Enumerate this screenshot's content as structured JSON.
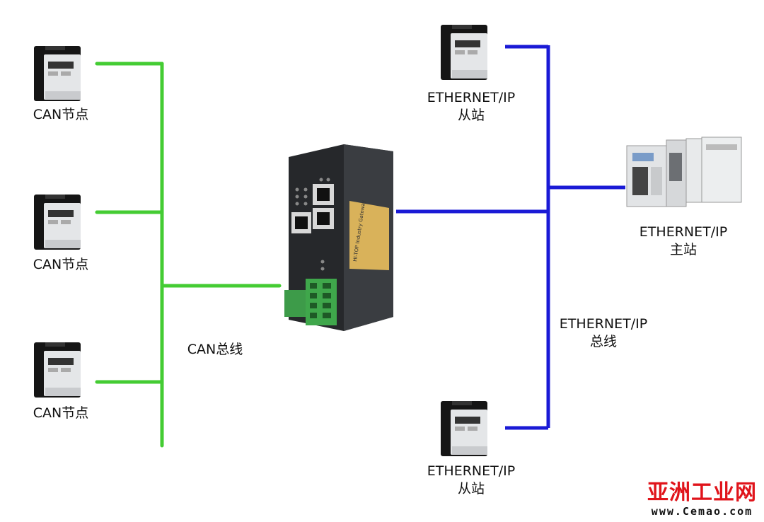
{
  "labels": {
    "can_node": "CAN节点",
    "can_bus": "CAN总线",
    "eip_line1": "ETHERNET/IP",
    "slave": "从站",
    "master": "主站",
    "bus": "总线"
  },
  "gateway": {
    "brand": "HI-TOP Industry Gateway"
  },
  "watermark": {
    "title": "亚洲工业网",
    "url": "www.Cemao.com"
  },
  "colors": {
    "can_line": "#44cc33",
    "eip_line": "#1a1ad6",
    "watermark": "#e0141b"
  }
}
